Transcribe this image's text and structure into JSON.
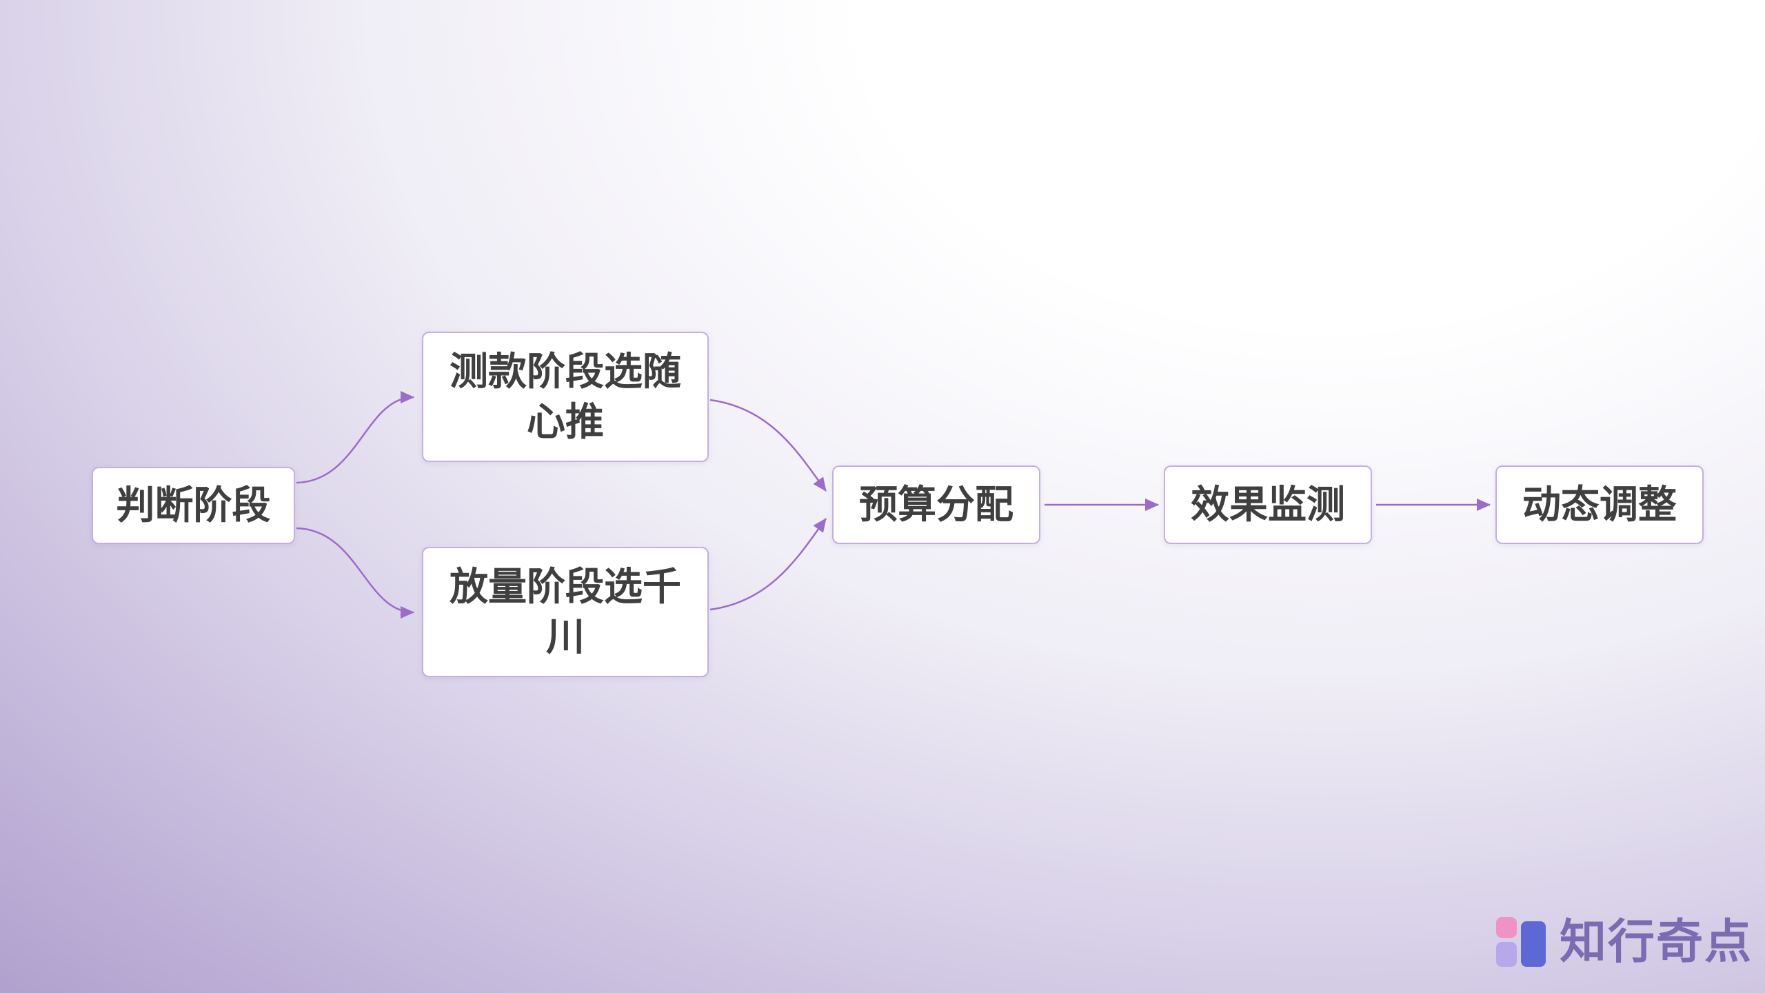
{
  "diagram": {
    "nodes": [
      {
        "id": "judgment-stage",
        "label": "判断阶段"
      },
      {
        "id": "test-stage",
        "label": "测款阶段选随心推"
      },
      {
        "id": "volume-stage",
        "label": "放量阶段选千川"
      },
      {
        "id": "budget-allocation",
        "label": "预算分配"
      },
      {
        "id": "effect-monitoring",
        "label": "效果监测"
      },
      {
        "id": "dynamic-adjustment",
        "label": "动态调整"
      }
    ],
    "edges": [
      {
        "from": "判断阶段",
        "to": "测款阶段选随心推"
      },
      {
        "from": "判断阶段",
        "to": "放量阶段选千川"
      },
      {
        "from": "测款阶段选随心推",
        "to": "预算分配"
      },
      {
        "from": "放量阶段选千川",
        "to": "预算分配"
      },
      {
        "from": "预算分配",
        "to": "效果监测"
      },
      {
        "from": "效果监测",
        "to": "动态调整"
      }
    ]
  },
  "branding": {
    "logo_text": "知行奇点"
  },
  "colors": {
    "arrow": "#9b6cc8",
    "node_border": "#c4afdf",
    "node_background": "#ffffff",
    "node_text": "#3f3f3f",
    "background_top": "#ffffff",
    "background_bottom": "#a294c4",
    "logo_text_color": "#7a6cb0",
    "logo_tile_pink": "#ef93c5",
    "logo_tile_lavender": "#b7a8ec",
    "logo_tile_indigo": "#5d68d4"
  }
}
